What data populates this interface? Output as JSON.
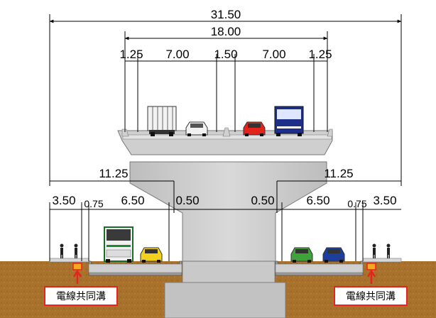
{
  "dimensions": {
    "total_width": "31.50",
    "deck_width": "18.00",
    "upper_left_shoulder": "1.25",
    "upper_left_lane": "7.00",
    "upper_median": "1.50",
    "upper_right_lane": "7.00",
    "upper_right_shoulder": "1.25",
    "lower_left_half": "11.25",
    "lower_right_half": "11.25",
    "lower_left_sidewalk": "3.50",
    "lower_left_planting": "0.75",
    "lower_left_lane": "6.50",
    "lower_left_clearance": "0.50",
    "lower_right_clearance": "0.50",
    "lower_right_lane": "6.50",
    "lower_right_planting": "0.75",
    "lower_right_sidewalk": "3.50"
  },
  "labels": {
    "left_conduit": "電線共同溝",
    "right_conduit": "電線共同溝"
  },
  "colors": {
    "concrete": "#cfcfcf",
    "ground": "#a8722c",
    "road": "#9a9a9a",
    "label_border": "#e8231d",
    "conduit": "#f5a623"
  }
}
